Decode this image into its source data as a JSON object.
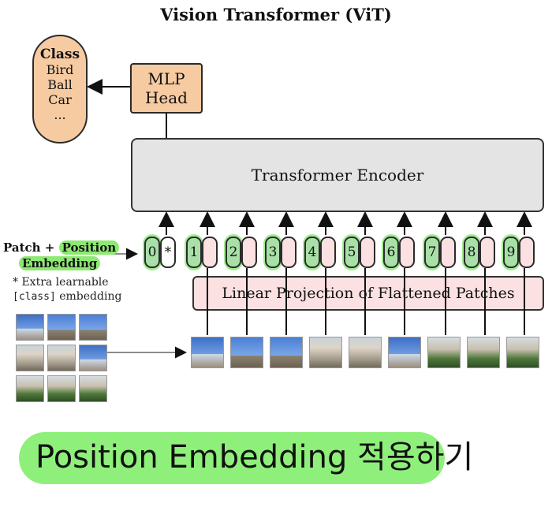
{
  "title": "Vision Transformer (ViT)",
  "class_box": {
    "heading": "Class",
    "items": [
      "Bird",
      "Ball",
      "Car",
      "..."
    ]
  },
  "mlp_head": {
    "line1": "MLP",
    "line2": "Head"
  },
  "encoder_label": "Transformer Encoder",
  "linear_projection_label": "Linear Projection of Flattened Patches",
  "embedding_label": {
    "part1": "Patch + ",
    "part2": "Position",
    "part3": "Embedding"
  },
  "note": {
    "line1": "* Extra learnable",
    "line2_mono": "[class]",
    "line2_rest": " embedding"
  },
  "tokens": [
    "0",
    "1",
    "2",
    "3",
    "4",
    "5",
    "6",
    "7",
    "8",
    "9"
  ],
  "star_symbol": "*",
  "bottom_caption": "Position Embedding 적용하기",
  "colors": {
    "class_fill": "#f7cba2",
    "encoder_fill": "#e4e4e4",
    "projection_fill": "#fbe1e1",
    "token_fill": "#a8e0a8",
    "highlight": "#8ef07a"
  }
}
